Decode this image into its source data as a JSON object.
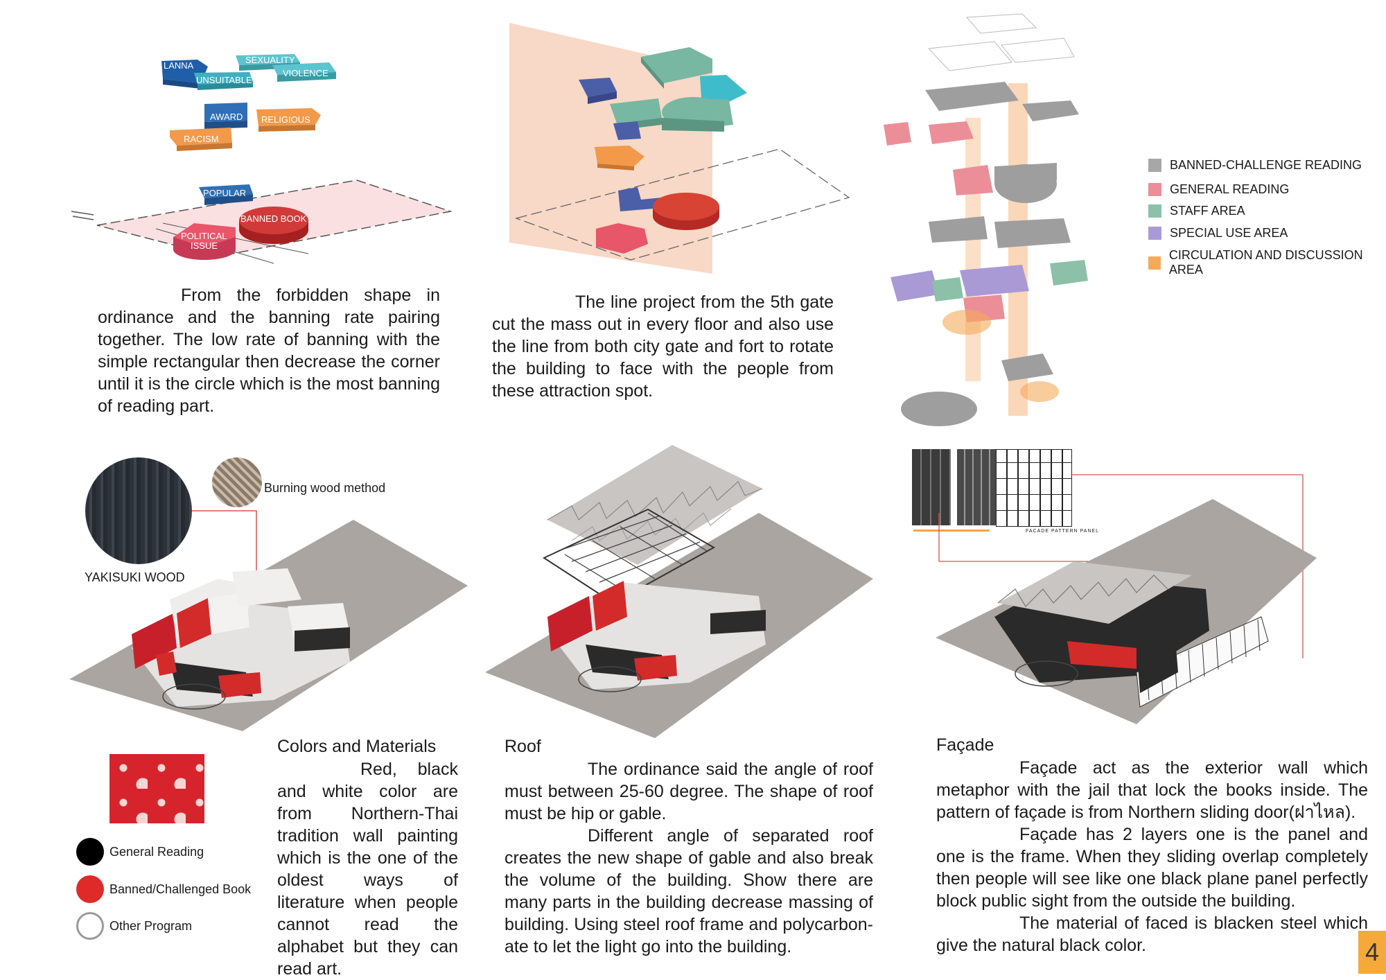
{
  "colors": {
    "blue": "#2f6fb6",
    "teal": "#55b9c8",
    "orange": "#f29a4a",
    "red": "#cf3a3a",
    "pink": "#e8566a",
    "green": "#7ab8a0",
    "navy": "#4a5fa8",
    "peach": "#f7d3c4",
    "grey": "#b2aea9",
    "accent_red": "#e02a2a",
    "page_tab": "#f4a93a"
  },
  "diagram1": {
    "blocks": [
      "LANNA",
      "SEXUALITY",
      "VIOLENCE",
      "UNSUITABLE",
      "AWARD",
      "RELIGIOUS",
      "RACISM",
      "POPULAR",
      "BANNED BOOK",
      "POLITICAL",
      "ISSUE"
    ]
  },
  "text1": "From the forbidden shape in ordinance and the banning rate pairing together. The low rate of banning with the simple rectangular then decrease the corner until it is the circle which is the most banning of reading part.",
  "text2": "The line project from the 5th gate cut the mass out in every floor and also use the line from both city gate and fort to rotate the building to face with the people from these attraction spot.",
  "legend": {
    "items": [
      {
        "label": "BANNED-CHALLENGE READING",
        "color": "#a7a7a7"
      },
      {
        "label": "GENERAL READING",
        "color": "#ec8e98"
      },
      {
        "label": "STAFF AREA",
        "color": "#8cc0a8"
      },
      {
        "label": "SPECIAL USE AREA",
        "color": "#a99ad6"
      },
      {
        "label": "CIRCULATION AND DISCUSSION AREA",
        "color": "#f5aa5a"
      }
    ]
  },
  "materials": {
    "burning_label": "Burning wood method",
    "wood_label": "YAKISUKI WOOD",
    "legend": [
      {
        "label": "General Reading",
        "color": "#000000",
        "ring": false
      },
      {
        "label": "Banned/Challenged Book",
        "color": "#e02a2a",
        "ring": false
      },
      {
        "label": "Other Program",
        "color": "#ffffff",
        "ring": true
      }
    ]
  },
  "section_colors": {
    "heading": "Colors and Materials",
    "p1": "Red, black and white color are from Northern-Thai tradition wall painting which is the one of the oldest ways of literature when people cannot read the alphabet but they can read art."
  },
  "section_roof": {
    "heading": "Roof",
    "p1": "The ordinance said the angle of roof must between 25-60 degree. The shape of roof must be hip or gable.",
    "p2": "Different angle of separated roof creates the new shape of gable and also break the volume of the building. Show there are many parts in the building decrease massing of building. Using steel roof frame and polycarbon-ate to let the light go into the building."
  },
  "section_facade": {
    "heading": "Façade",
    "p1": "Façade act as the exterior wall which metaphor with the jail that lock the books inside. The pattern of façade is from Northern sliding door(ฝาไหล).",
    "p2": "Façade has 2 layers one is the panel and one is the frame. When they sliding overlap completely then people will see like one black plane panel perfectly block public sight from the outside the building.",
    "p3": "The material of faced is blacken steel which give the natural black color.",
    "panel_caption": "FACADE PATTERN PANEL"
  },
  "page_number": "4"
}
